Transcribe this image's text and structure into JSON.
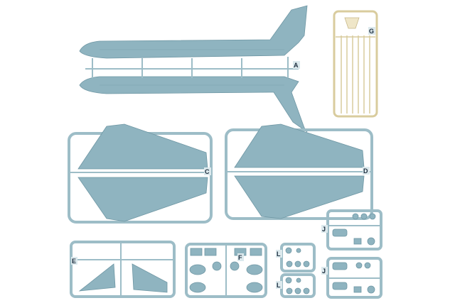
{
  "sprues": [
    {
      "label": "A"
    },
    {
      "label": "C"
    },
    {
      "label": "D"
    },
    {
      "label": "E"
    },
    {
      "label": "F"
    },
    {
      "label": "G"
    },
    {
      "label": "J"
    },
    {
      "label": "J"
    },
    {
      "label": "L"
    },
    {
      "label": "L"
    }
  ],
  "colors": {
    "plastic": "#8fb4c0",
    "clear_sprue": "#efe6c8",
    "background": "#ffffff"
  }
}
